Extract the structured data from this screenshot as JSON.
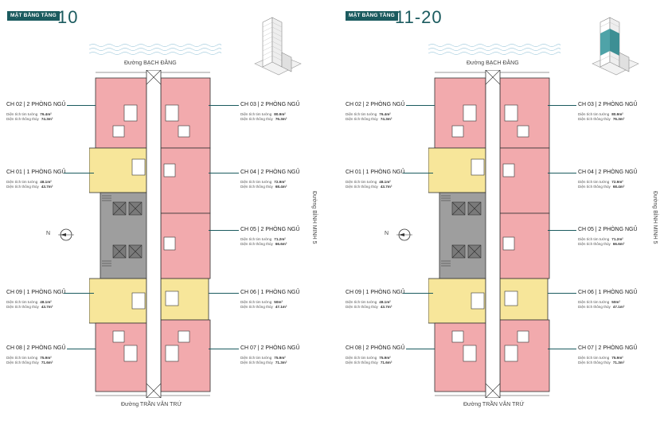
{
  "colors": {
    "two_bed": "#f2aaad",
    "one_bed": "#f7e69a",
    "core": "#9e9e9e",
    "accent": "#1b5b5f",
    "wall": "#333333"
  },
  "panels": [
    {
      "tag": "MẶT BẰNG TẦNG",
      "floor": "10",
      "street_top": "Đường BẠCH ĐẰNG",
      "street_bottom": "Đường TRẦN VĂN TRỨ",
      "street_right": "Đường BÌNH MINH 5",
      "compass_label": "N",
      "units": [
        {
          "label": "CH 02 | 2 PHÒNG NGỦ",
          "area1_label": "Diện tích tim tường",
          "area1": "76.4m²",
          "area2_label": "Diện tích thông thủy",
          "area2": "74.3m²"
        },
        {
          "label": "CH 03 | 2 PHÒNG NGỦ",
          "area1_label": "Diện tích tim tường",
          "area1": "80.9m²",
          "area2_label": "Diện tích thông thủy",
          "area2": "76.3m²"
        },
        {
          "label": "CH 01 | 1 PHÒNG NGỦ",
          "area1_label": "Diện tích tim tường",
          "area1": "48.1m²",
          "area2_label": "Diện tích thông thủy",
          "area2": "43.7m²"
        },
        {
          "label": "CH 04 | 2 PHÒNG NGỦ",
          "area1_label": "Diện tích tim tường",
          "area1": "72.9m²",
          "area2_label": "Diện tích thông thủy",
          "area2": "68.4m²"
        },
        {
          "label": "CH 05 | 2 PHÒNG NGỦ",
          "area1_label": "Diện tích tim tường",
          "area1": "71.2m²",
          "area2_label": "Diện tích thông thủy",
          "area2": "66.6m²"
        },
        {
          "label": "CH 09 | 1 PHÒNG NGỦ",
          "area1_label": "Diện tích tim tường",
          "area1": "48.1m²",
          "area2_label": "Diện tích thông thủy",
          "area2": "43.7m²"
        },
        {
          "label": "CH 06 | 1 PHÒNG NGỦ",
          "area1_label": "Diện tích tim tường",
          "area1": "50m²",
          "area2_label": "Diện tích thông thủy",
          "area2": "47.1m²"
        },
        {
          "label": "CH 08 | 2 PHÒNG NGỦ",
          "area1_label": "Diện tích tim tường",
          "area1": "75.9m²",
          "area2_label": "Diện tích thông thủy",
          "area2": "71.6m²"
        },
        {
          "label": "CH 07 | 2 PHÒNG NGỦ",
          "area1_label": "Diện tích tim tường",
          "area1": "75.9m²",
          "area2_label": "Diện tích thông thủy",
          "area2": "71.3m²"
        }
      ]
    },
    {
      "tag": "MẶT BẰNG TẦNG",
      "floor": "11-20",
      "street_top": "Đường BẠCH ĐẰNG",
      "street_bottom": "Đường TRẦN VĂN TRỨ",
      "street_right": "Đường BÌNH MINH 5",
      "compass_label": "N",
      "units": [
        {
          "label": "CH 02 | 2 PHÒNG NGỦ",
          "area1_label": "Diện tích tim tường",
          "area1": "76.4m²",
          "area2_label": "Diện tích thông thủy",
          "area2": "74.3m²"
        },
        {
          "label": "CH 03 | 2 PHÒNG NGỦ",
          "area1_label": "Diện tích tim tường",
          "area1": "80.9m²",
          "area2_label": "Diện tích thông thủy",
          "area2": "76.3m²"
        },
        {
          "label": "CH 01 | 1 PHÒNG NGỦ",
          "area1_label": "Diện tích tim tường",
          "area1": "48.1m²",
          "area2_label": "Diện tích thông thủy",
          "area2": "43.7m²"
        },
        {
          "label": "CH 04 | 2 PHÒNG NGỦ",
          "area1_label": "Diện tích tim tường",
          "area1": "72.9m²",
          "area2_label": "Diện tích thông thủy",
          "area2": "68.4m²"
        },
        {
          "label": "CH 05 | 2 PHÒNG NGỦ",
          "area1_label": "Diện tích tim tường",
          "area1": "71.2m²",
          "area2_label": "Diện tích thông thủy",
          "area2": "66.6m²"
        },
        {
          "label": "CH 09 | 1 PHÒNG NGỦ",
          "area1_label": "Diện tích tim tường",
          "area1": "48.1m²",
          "area2_label": "Diện tích thông thủy",
          "area2": "43.7m²"
        },
        {
          "label": "CH 06 | 1 PHÒNG NGỦ",
          "area1_label": "Diện tích tim tường",
          "area1": "50m²",
          "area2_label": "Diện tích thông thủy",
          "area2": "47.1m²"
        },
        {
          "label": "CH 08 | 2 PHÒNG NGỦ",
          "area1_label": "Diện tích tim tường",
          "area1": "75.9m²",
          "area2_label": "Diện tích thông thủy",
          "area2": "71.6m²"
        },
        {
          "label": "CH 07 | 2 PHÒNG NGỦ",
          "area1_label": "Diện tích tim tường",
          "area1": "75.9m²",
          "area2_label": "Diện tích thông thủy",
          "area2": "71.3m²"
        }
      ]
    }
  ]
}
